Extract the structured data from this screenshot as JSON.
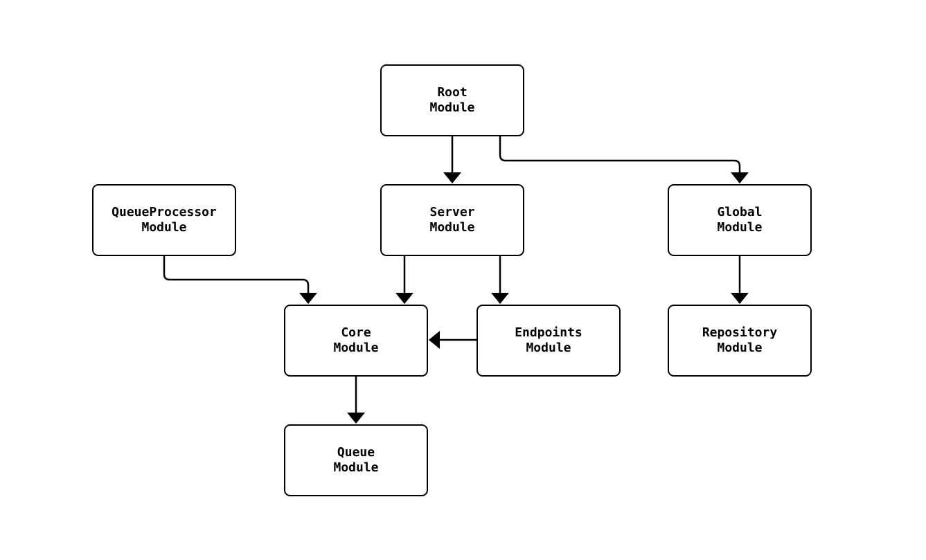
{
  "diagram": {
    "type": "module-dependency-graph",
    "background_color": "#ffffff",
    "stroke_color": "#000000",
    "node_fill_color": "#ffffff",
    "text_color": "#000000",
    "nodes": [
      {
        "id": "root",
        "label": "Root\nModule"
      },
      {
        "id": "server",
        "label": "Server\nModule"
      },
      {
        "id": "queue_processor",
        "label": "QueueProcessor\nModule"
      },
      {
        "id": "global",
        "label": "Global\nModule"
      },
      {
        "id": "core",
        "label": "Core\nModule"
      },
      {
        "id": "endpoints",
        "label": "Endpoints\nModule"
      },
      {
        "id": "repository",
        "label": "Repository\nModule"
      },
      {
        "id": "queue",
        "label": "Queue\nModule"
      }
    ],
    "edges": [
      {
        "from": "root",
        "to": "server"
      },
      {
        "from": "root",
        "to": "global"
      },
      {
        "from": "queue_processor",
        "to": "core"
      },
      {
        "from": "server",
        "to": "core"
      },
      {
        "from": "server",
        "to": "endpoints"
      },
      {
        "from": "endpoints",
        "to": "core"
      },
      {
        "from": "global",
        "to": "repository"
      },
      {
        "from": "core",
        "to": "queue"
      }
    ]
  }
}
